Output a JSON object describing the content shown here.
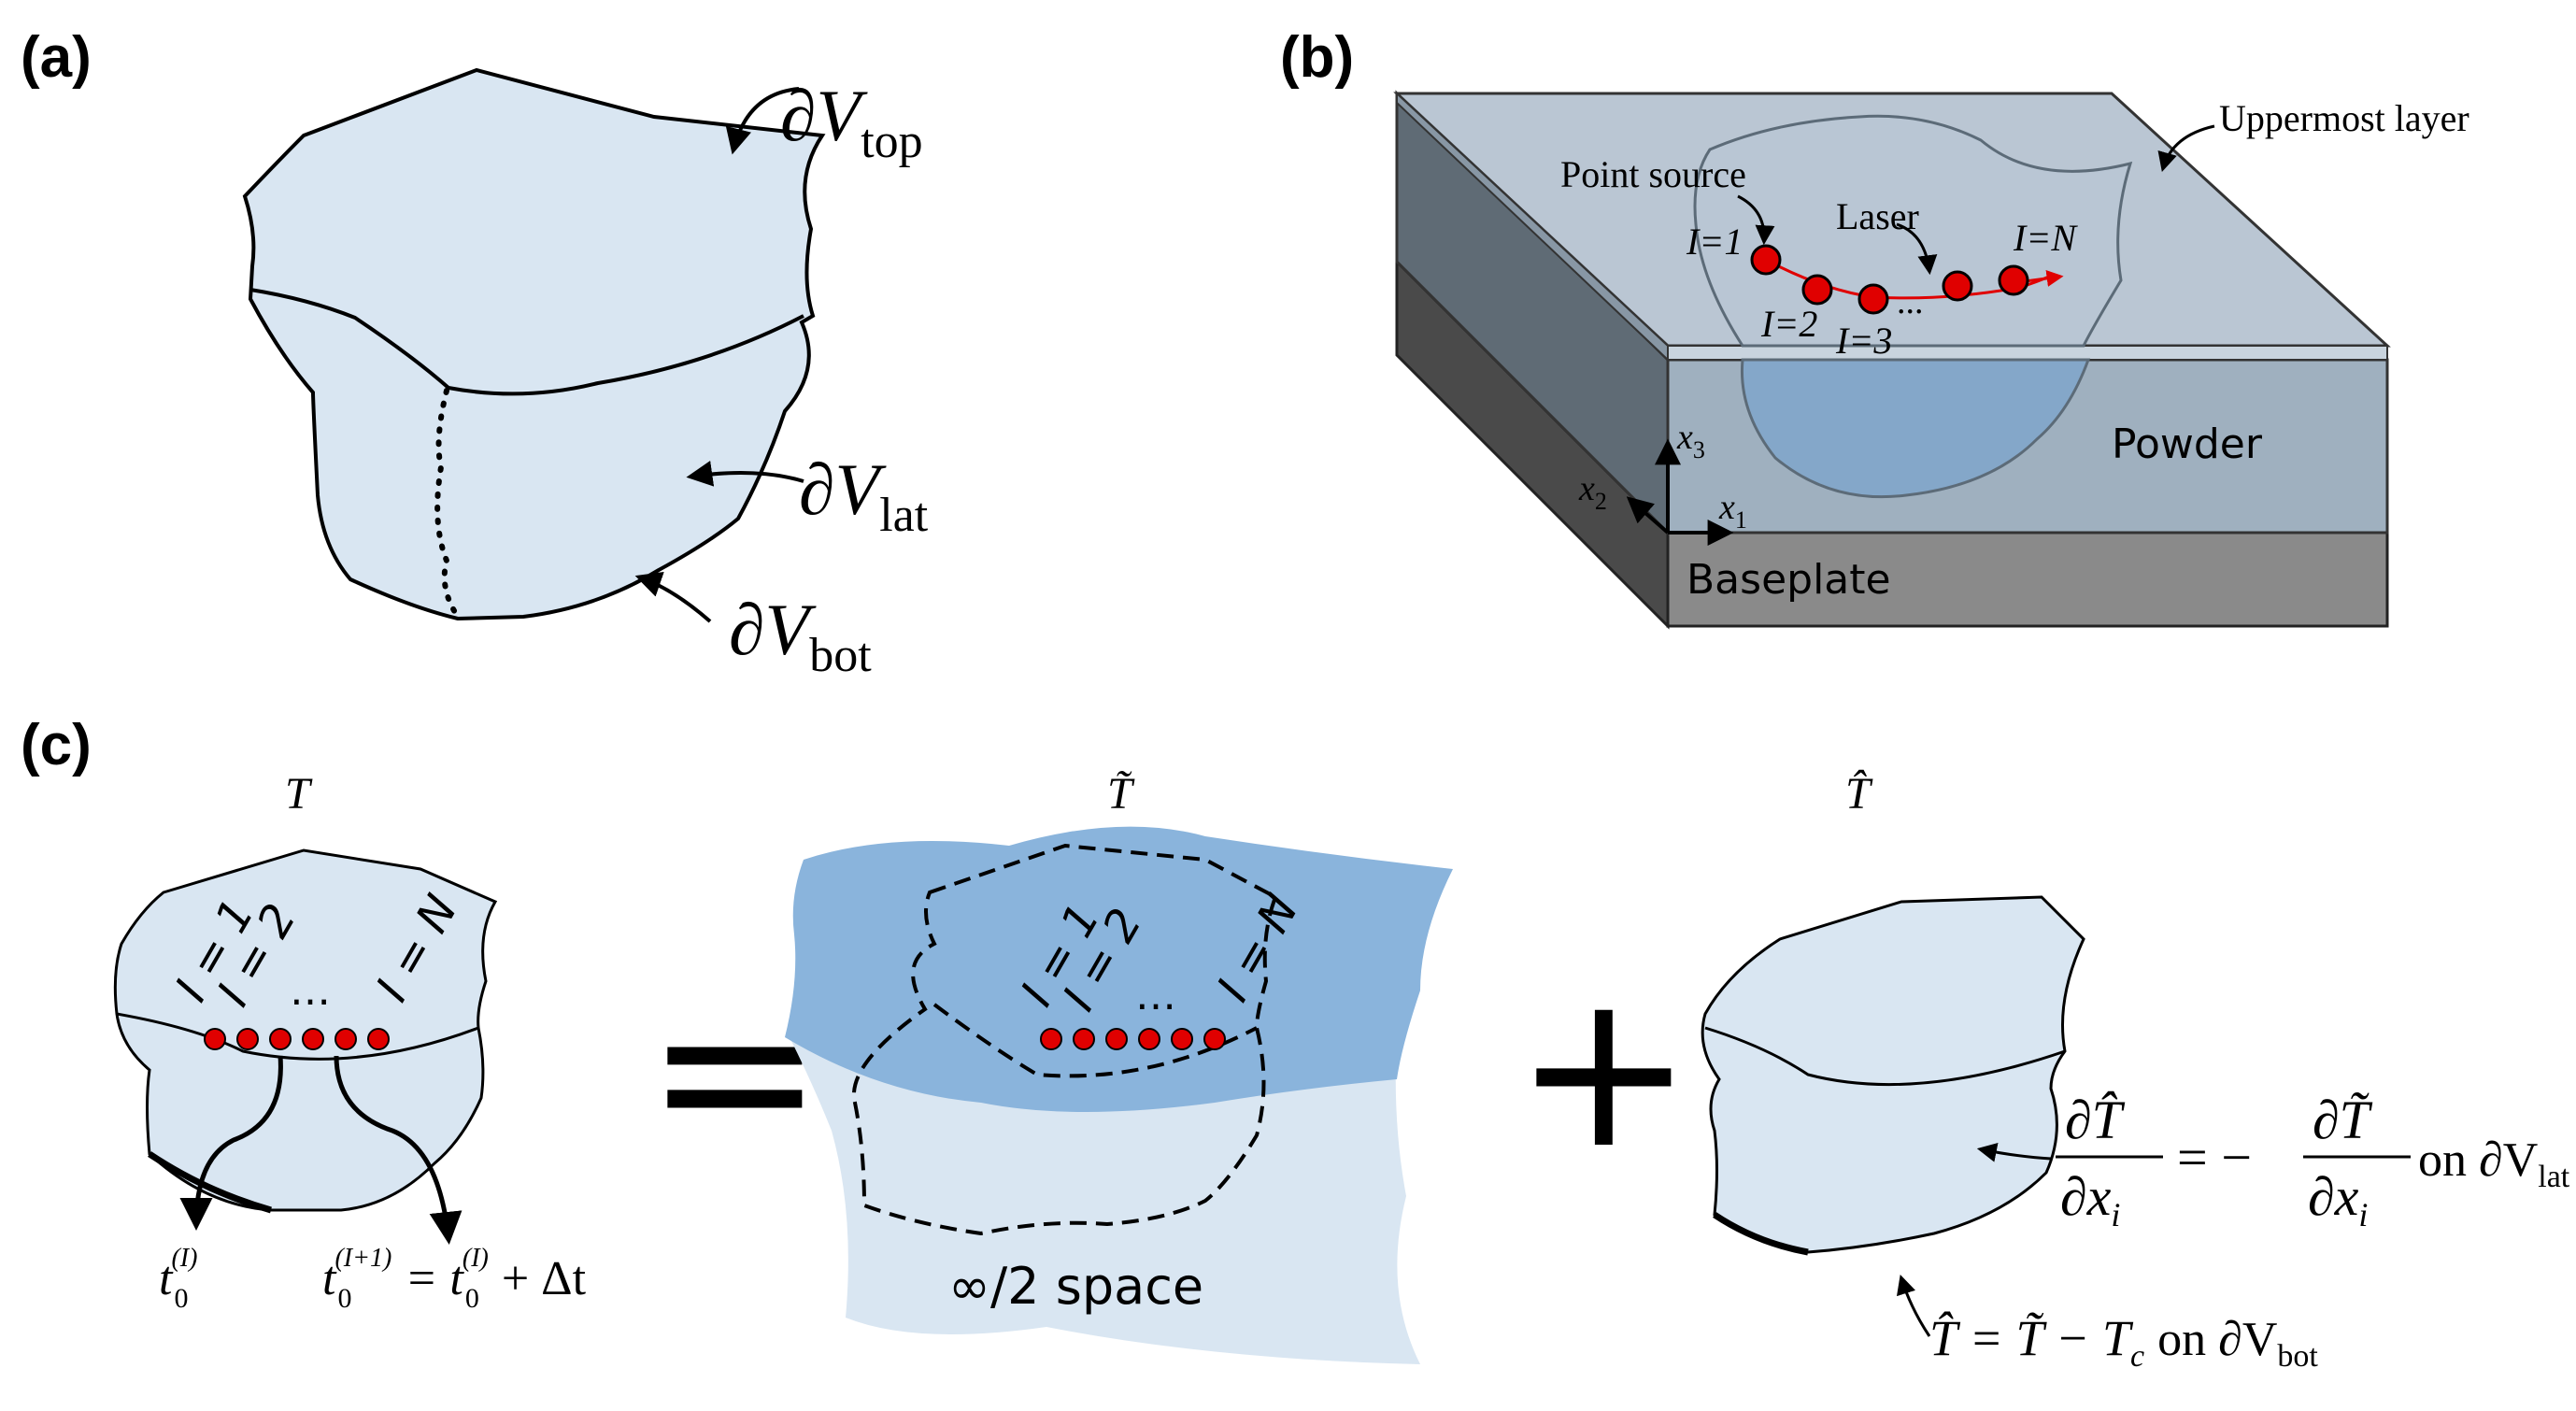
{
  "panels": {
    "a": {
      "label": "(a)",
      "top": {
        "sym": "∂",
        "var": "V",
        "sub": "top"
      },
      "lat": {
        "sym": "∂",
        "var": "V",
        "sub": "lat"
      },
      "bot": {
        "sym": "∂",
        "var": "V",
        "sub": "bot"
      }
    },
    "b": {
      "label": "(b)",
      "uppermost_layer": "Uppermost layer",
      "point_source": "Point source",
      "laser": "Laser",
      "i1": "I=1",
      "i2": "I=2",
      "i3": "I=3",
      "iN": "I=N",
      "dots": "...",
      "powder": "Powder",
      "baseplate": "Baseplate",
      "axis_x1": {
        "var": "x",
        "sub": "1"
      },
      "axis_x2": {
        "var": "x",
        "sub": "2"
      },
      "axis_x3": {
        "var": "x",
        "sub": "3"
      }
    },
    "c": {
      "label": "(c)",
      "left_title": "T",
      "mid_title": "T̃",
      "right_title": "T̂",
      "idx_1": "I = 1",
      "idx_2": "I = 2",
      "idx_N": "I = N",
      "ellipsis": "…",
      "t0": {
        "var": "t",
        "sub": "0",
        "sup": "(I)"
      },
      "t0_next": {
        "var": "t",
        "sub": "0",
        "sup": "(I+1)",
        "rhs": "= t",
        "rhs_sub": "0",
        "rhs_sup": "(I)",
        "tail": "+ Δt"
      },
      "equals": "=",
      "plus": "+",
      "half_space": "∞/2 space",
      "bc_lat": {
        "num_left": "∂T̂",
        "den_left": "∂x",
        "den_left_sub": "i",
        "mid": "= −",
        "num_right": "∂T̃",
        "den_right": "∂x",
        "den_right_sub": "i",
        "tail": "on ∂V",
        "tail_sub": "lat"
      },
      "bc_bot": {
        "text": "T̂ = T̃ − T",
        "sub": "c",
        "tail": "on ∂V",
        "tail_sub": "bot"
      }
    }
  },
  "colors": {
    "light_blue": "#d9e6f2",
    "mid_blue": "#8ab4dc",
    "red": "#e00000",
    "glass": "#9db0c2",
    "dark_gray": "#707070"
  }
}
